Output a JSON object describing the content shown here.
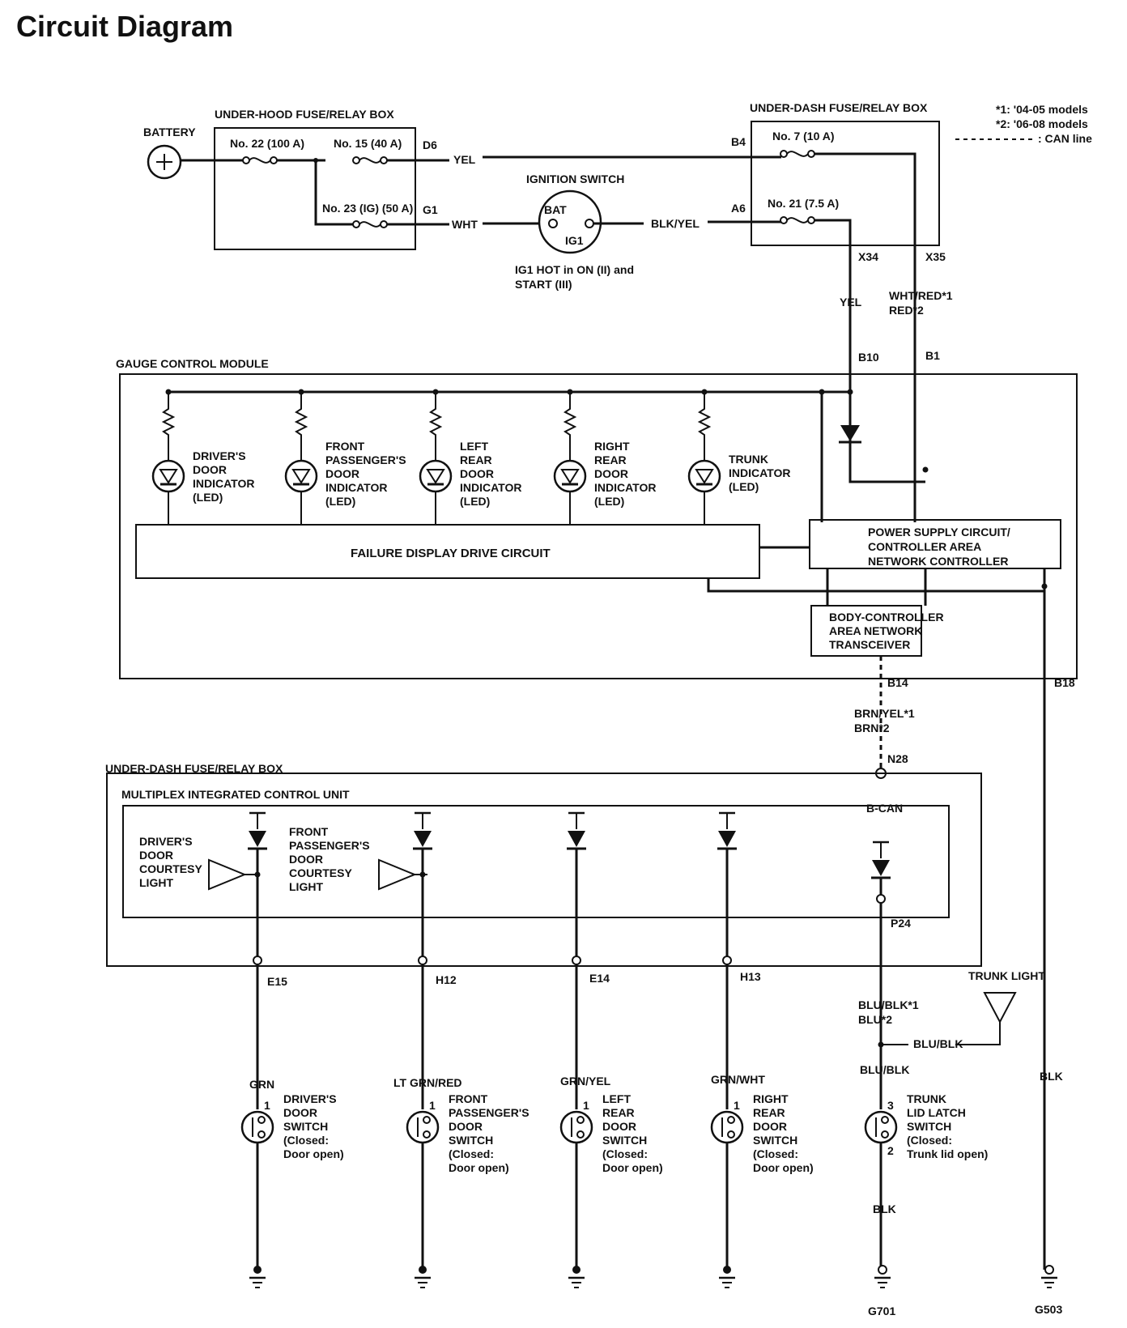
{
  "title": "Circuit Diagram",
  "legend": {
    "note1": "*1: '04-05 models",
    "note2": "*2: '06-08 models",
    "can_line": ": CAN line"
  },
  "boxes": {
    "underhood": "UNDER-HOOD FUSE/RELAY BOX",
    "underdash_top": "UNDER-DASH FUSE/RELAY BOX",
    "gauge": "GAUGE CONTROL MODULE",
    "underdash_bottom": "UNDER-DASH FUSE/RELAY BOX",
    "micu": "MULTIPLEX INTEGRATED CONTROL UNIT"
  },
  "components": {
    "battery": "BATTERY",
    "ignition_switch": "IGNITION SWITCH",
    "bat": "BAT",
    "ig1": "IG1",
    "ig1_note_1": "IG1 HOT in ON (II) and",
    "ig1_note_2": "START (III)",
    "failure_display": "FAILURE DISPLAY DRIVE CIRCUIT",
    "power_supply": [
      "POWER SUPPLY CIRCUIT/",
      "CONTROLLER AREA",
      "NETWORK CONTROLLER"
    ],
    "transceiver": [
      "BODY-CONTROLLER",
      "AREA NETWORK",
      "TRANSCEIVER"
    ],
    "bcan": "B-CAN",
    "trunk_light": "TRUNK LIGHT"
  },
  "fuses": {
    "no22": "No. 22 (100 A)",
    "no15": "No. 15 (40 A)",
    "no23": "No. 23 (IG) (50 A)",
    "no7": "No. 7 (10 A)",
    "no21": "No. 21 (7.5 A)"
  },
  "indicators": [
    {
      "lines": [
        "DRIVER'S",
        "DOOR",
        "INDICATOR",
        "(LED)"
      ]
    },
    {
      "lines": [
        "FRONT",
        "PASSENGER'S",
        "DOOR",
        "INDICATOR",
        "(LED)"
      ]
    },
    {
      "lines": [
        "LEFT",
        "REAR",
        "DOOR",
        "INDICATOR",
        "(LED)"
      ]
    },
    {
      "lines": [
        "RIGHT",
        "REAR",
        "DOOR",
        "INDICATOR",
        "(LED)"
      ]
    },
    {
      "lines": [
        "TRUNK",
        "INDICATOR",
        "(LED)"
      ]
    }
  ],
  "courtesy_lights": [
    {
      "lines": [
        "DRIVER'S",
        "DOOR",
        "COURTESY",
        "LIGHT"
      ]
    },
    {
      "lines": [
        "FRONT",
        "PASSENGER'S",
        "DOOR",
        "COURTESY",
        "LIGHT"
      ]
    }
  ],
  "switches": [
    {
      "pin": "1",
      "lines": [
        "DRIVER'S",
        "DOOR",
        "SWITCH",
        "(Closed:",
        "Door open)"
      ]
    },
    {
      "pin": "1",
      "lines": [
        "FRONT",
        "PASSENGER'S",
        "DOOR",
        "SWITCH",
        "(Closed:",
        "Door open)"
      ]
    },
    {
      "pin": "1",
      "lines": [
        "LEFT",
        "REAR",
        "DOOR",
        "SWITCH",
        "(Closed:",
        "Door open)"
      ]
    },
    {
      "pin": "1",
      "lines": [
        "RIGHT",
        "REAR",
        "DOOR",
        "SWITCH",
        "(Closed:",
        "Door open)"
      ]
    },
    {
      "pin": "3",
      "pin2": "2",
      "lines": [
        "TRUNK",
        "LID LATCH",
        "SWITCH",
        "(Closed:",
        "Trunk lid open)"
      ]
    }
  ],
  "terminals": {
    "d6": "D6",
    "g1": "G1",
    "b4": "B4",
    "a6": "A6",
    "x34": "X34",
    "x35": "X35",
    "b10": "B10",
    "b1": "B1",
    "b14": "B14",
    "b18": "B18",
    "n28": "N28",
    "p24": "P24",
    "e15": "E15",
    "h12": "H12",
    "e14": "E14",
    "h13": "H13"
  },
  "wires": {
    "yel_top": "YEL",
    "wht": "WHT",
    "blk_yel": "BLK/YEL",
    "yel_x34": "YEL",
    "wht_red_1": "WHT/RED*1",
    "red_2": "RED*2",
    "brn_yel_1": "BRN/YEL*1",
    "brn_2": "BRN*2",
    "grn": "GRN",
    "lt_grn_red": "LT GRN/RED",
    "grn_yel": "GRN/YEL",
    "grn_wht": "GRN/WHT",
    "blu_blk_1": "BLU/BLK*1",
    "blu_2": "BLU*2",
    "blu_blk_light": "BLU/BLK",
    "blu_blk_sw": "BLU/BLK",
    "blk_trunk": "BLK",
    "blk_g503": "BLK"
  },
  "grounds": {
    "g701": "G701",
    "g503": "G503"
  }
}
